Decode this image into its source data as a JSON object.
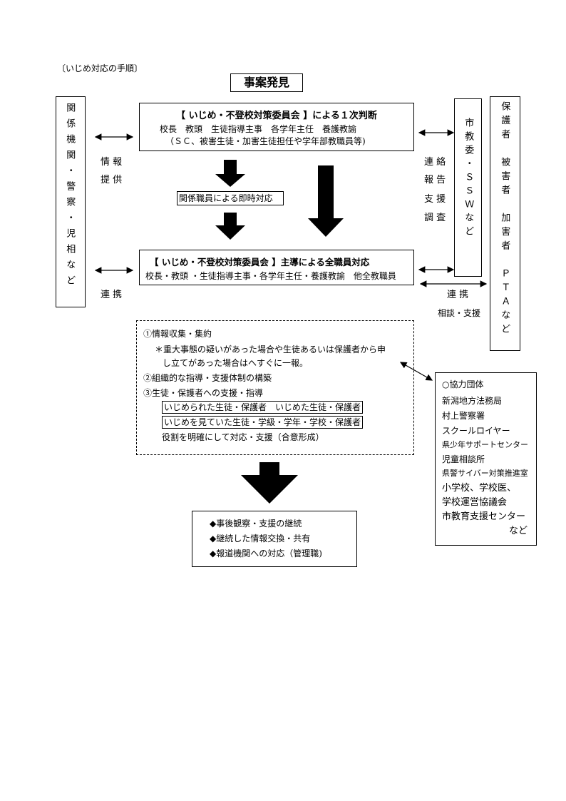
{
  "header": {
    "title_note": "〔いじめ対応の手順〕",
    "incident": "事案発見"
  },
  "left_box": {
    "text": "関係機関・警察・児相など"
  },
  "right_box_a": {
    "text": "市教委・ＳＳＷなど"
  },
  "right_box_b": {
    "text": "保護者　被害者　加害者　ＰＴＡなど"
  },
  "labels": {
    "info_1": "情 報",
    "info_2": "提 供",
    "renkei_left": "連 携",
    "renraku_col1": "連 絡",
    "renraku_col2": "報 告",
    "renraku_col3": "支 援",
    "renraku_col4": "調 査",
    "renkei_right": "連 携",
    "soudan": "相談・支援"
  },
  "committee_first": {
    "title": "【 いじめ・不登校対策委員会 】による１次判断",
    "line1": "校長　教頭　生徒指導主事　各学年主任　養護教諭",
    "line2": "（ＳＣ、被害生徒・加害生徒担任や学年部教職員等)"
  },
  "immediate": "関係職員による即時対応",
  "committee_all": {
    "title": "【 いじめ・不登校対策委員会 】主導による全職員対応",
    "line1": "校長・教頭 ・生徒指導主事・各学年主任・養護教諭　他全教職員"
  },
  "steps": {
    "s1": "①情報収集・集約",
    "s1_note_a": "＊重大事態の疑いがあった場合や生徒あるいは保護者から申",
    "s1_note_b": "し立てがあった場合はへすぐに一報。",
    "s2": "②組織的な指導・支援体制の構築",
    "s3": "③生徒・保護者への支援・指導",
    "s3_box1": "いじめられた生徒・保護者　いじめた生徒・保護者",
    "s3_box2": "いじめを見ていた生徒・学級・学年・学校・保護者",
    "s3_last": "役割を明確にして対応・支援（合意形成）"
  },
  "partners": {
    "heading": "○協力団体",
    "items": [
      "新潟地方法務局",
      "村上警察署",
      "スクールロイヤー",
      "県少年サポートセンター",
      "児童相談所",
      "県警サイバー対策推進室",
      "小学校、学校医、",
      "学校運営協議会",
      "市教育支援センター"
    ],
    "tail": "など"
  },
  "followup": {
    "items": [
      "◆事後観察・支援の継続",
      "◆継続した情報交換・共有",
      "◆報道機関への対応（管理職)"
    ]
  }
}
